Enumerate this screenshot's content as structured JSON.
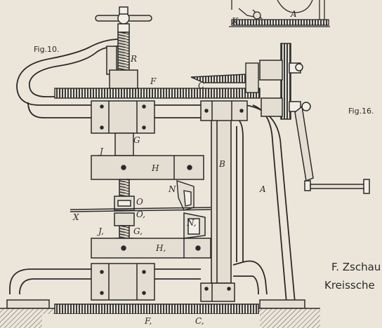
{
  "figures": {
    "fig10": "Fig.10.",
    "fig16": "Fig.16."
  },
  "labels": {
    "R": "R",
    "F": "F",
    "C": "C",
    "G": "G",
    "J": "J",
    "H": "H",
    "B": "B",
    "A": "A",
    "N": "N",
    "O": "O",
    "O1": "O,",
    "X": "X",
    "N1": "N,",
    "J1": "J,",
    "G1": "G,",
    "H1": "H,",
    "F1": "F,",
    "C1": "C,",
    "K1": "K,",
    "small_A": "A"
  },
  "publisher": {
    "line1": "F. Zschau",
    "line2": "Kreissche"
  },
  "colors": {
    "paper": "#ece6da",
    "ink": "#2a2a2a",
    "metal": "#e4ded2",
    "metal_light": "#f2eee6",
    "shadow": "#bdb6aa"
  }
}
